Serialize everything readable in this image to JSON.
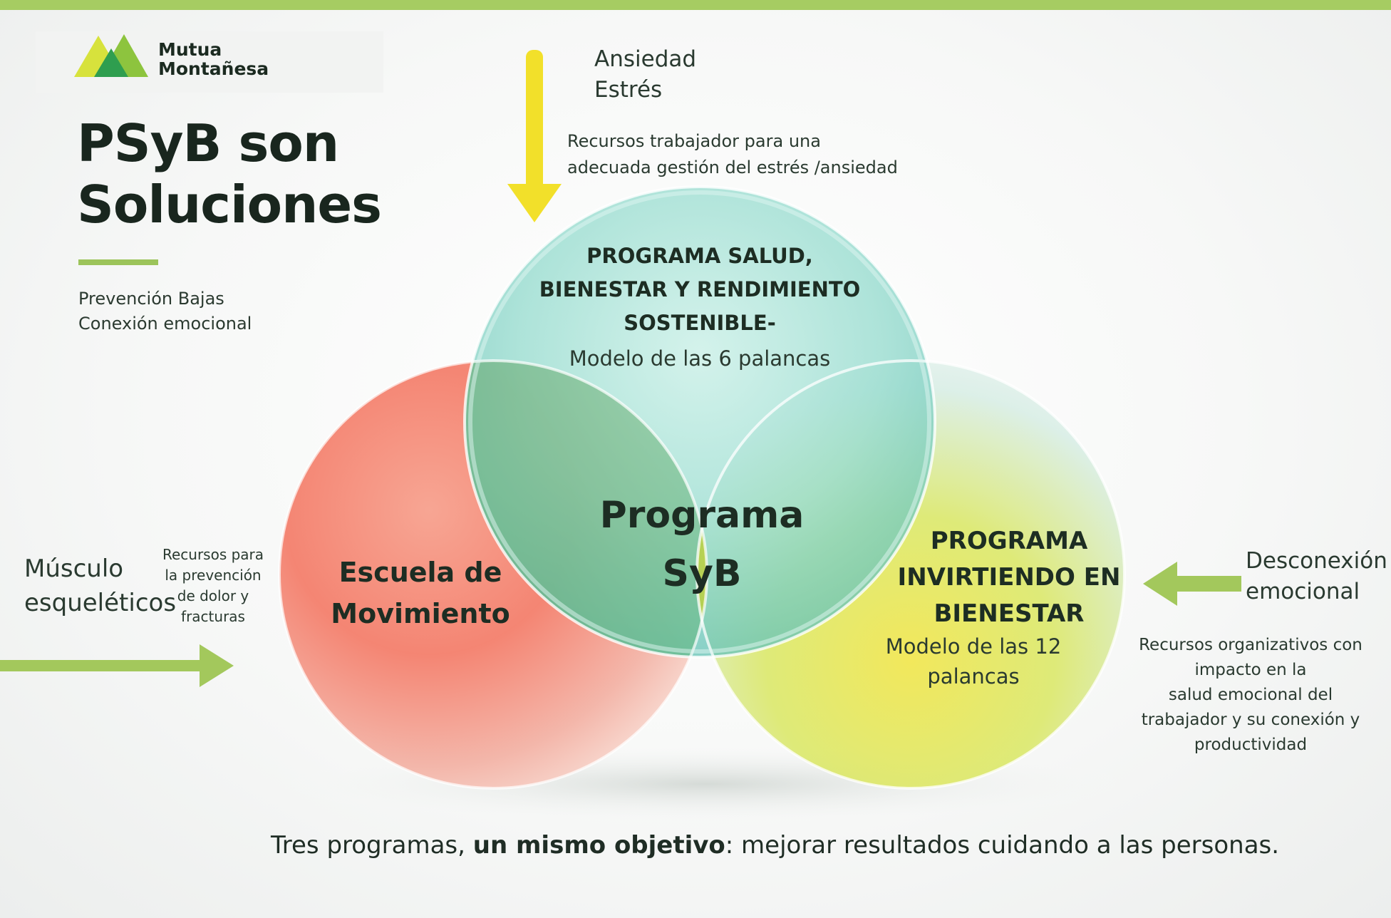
{
  "brand": {
    "line1": "Mutua",
    "line2": "Montañesa"
  },
  "title": {
    "line1": "PSyB son",
    "line2": "Soluciones"
  },
  "subtitle": {
    "line1": "Prevención Bajas",
    "line2": "Conexión emocional"
  },
  "top_input": {
    "label1": "Ansiedad",
    "label2": "Estrés",
    "desc1": "Recursos trabajador para una",
    "desc2": "adecuada gestión del estrés /ansiedad"
  },
  "left_input": {
    "label1": "Músculo",
    "label2": "esqueléticos",
    "desc1": "Recursos para",
    "desc2": "la prevención",
    "desc3": "de dolor y",
    "desc4": "fracturas"
  },
  "right_input": {
    "label1": "Desconexión",
    "label2": "emocional",
    "desc1": "Recursos organizativos con",
    "desc2": "impacto en la",
    "desc3": "salud emocional del",
    "desc4": "trabajador y su conexión y",
    "desc5": "productividad"
  },
  "circles": {
    "top": {
      "title1": "PROGRAMA SALUD,",
      "title2": "BIENESTAR Y RENDIMIENTO",
      "title3": "SOSTENIBLE-",
      "sub": "Modelo de las 6 palancas"
    },
    "left": {
      "title1": "Escuela de",
      "title2": "Movimiento"
    },
    "right": {
      "title1": "PROGRAMA",
      "title2": "INVIRTIENDO EN",
      "title3": "BIENESTAR",
      "sub1": "Modelo de las 12",
      "sub2": "palancas"
    },
    "center": {
      "title1": "Programa",
      "title2": "SyB"
    }
  },
  "footer": {
    "part1": "Tres programas, ",
    "bold": "un mismo objetivo",
    "part2": ": mejorar resultados cuidando a las  personas."
  },
  "colors": {
    "accent_green": "#a6cc62",
    "arrow_yellow": "#f2e02a",
    "red_circle": "#f07a68",
    "teal_circle": "#8fd8cc",
    "yellow_green": "#e6e24a"
  }
}
